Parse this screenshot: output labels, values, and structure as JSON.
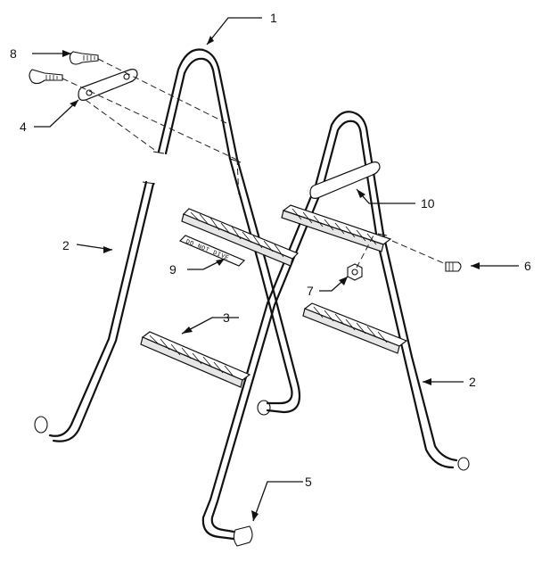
{
  "diagram": {
    "callouts": [
      {
        "id": "c1",
        "text": "1"
      },
      {
        "id": "c2a",
        "text": "2"
      },
      {
        "id": "c2b",
        "text": "2"
      },
      {
        "id": "c3",
        "text": "3"
      },
      {
        "id": "c4",
        "text": "4"
      },
      {
        "id": "c5",
        "text": "5"
      },
      {
        "id": "c6",
        "text": "6"
      },
      {
        "id": "c7",
        "text": "7"
      },
      {
        "id": "c8",
        "text": "8"
      },
      {
        "id": "c9",
        "text": "9"
      },
      {
        "id": "c10",
        "text": "10"
      }
    ],
    "warning_label": "DO NOT DIVE"
  }
}
